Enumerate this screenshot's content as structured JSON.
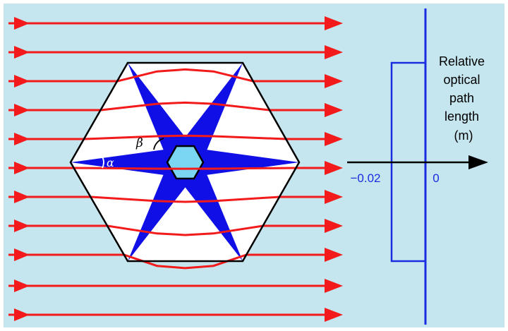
{
  "colors": {
    "background": "#c6e6ef",
    "frame": "#ffffff",
    "ray": "#f21a1a",
    "star": "#1010e6",
    "core": "#7ad6f2",
    "hexagon_fill": "#ffffff",
    "outline": "#000000",
    "axis_blue": "#1a2ce0"
  },
  "diagram": {
    "angle_alpha": "α",
    "angle_beta": "β"
  },
  "plot": {
    "ylabel_lines": [
      "Relative",
      "optical",
      "path",
      "length",
      "(m)"
    ],
    "tick_labels": [
      "−0.02",
      "0"
    ]
  }
}
